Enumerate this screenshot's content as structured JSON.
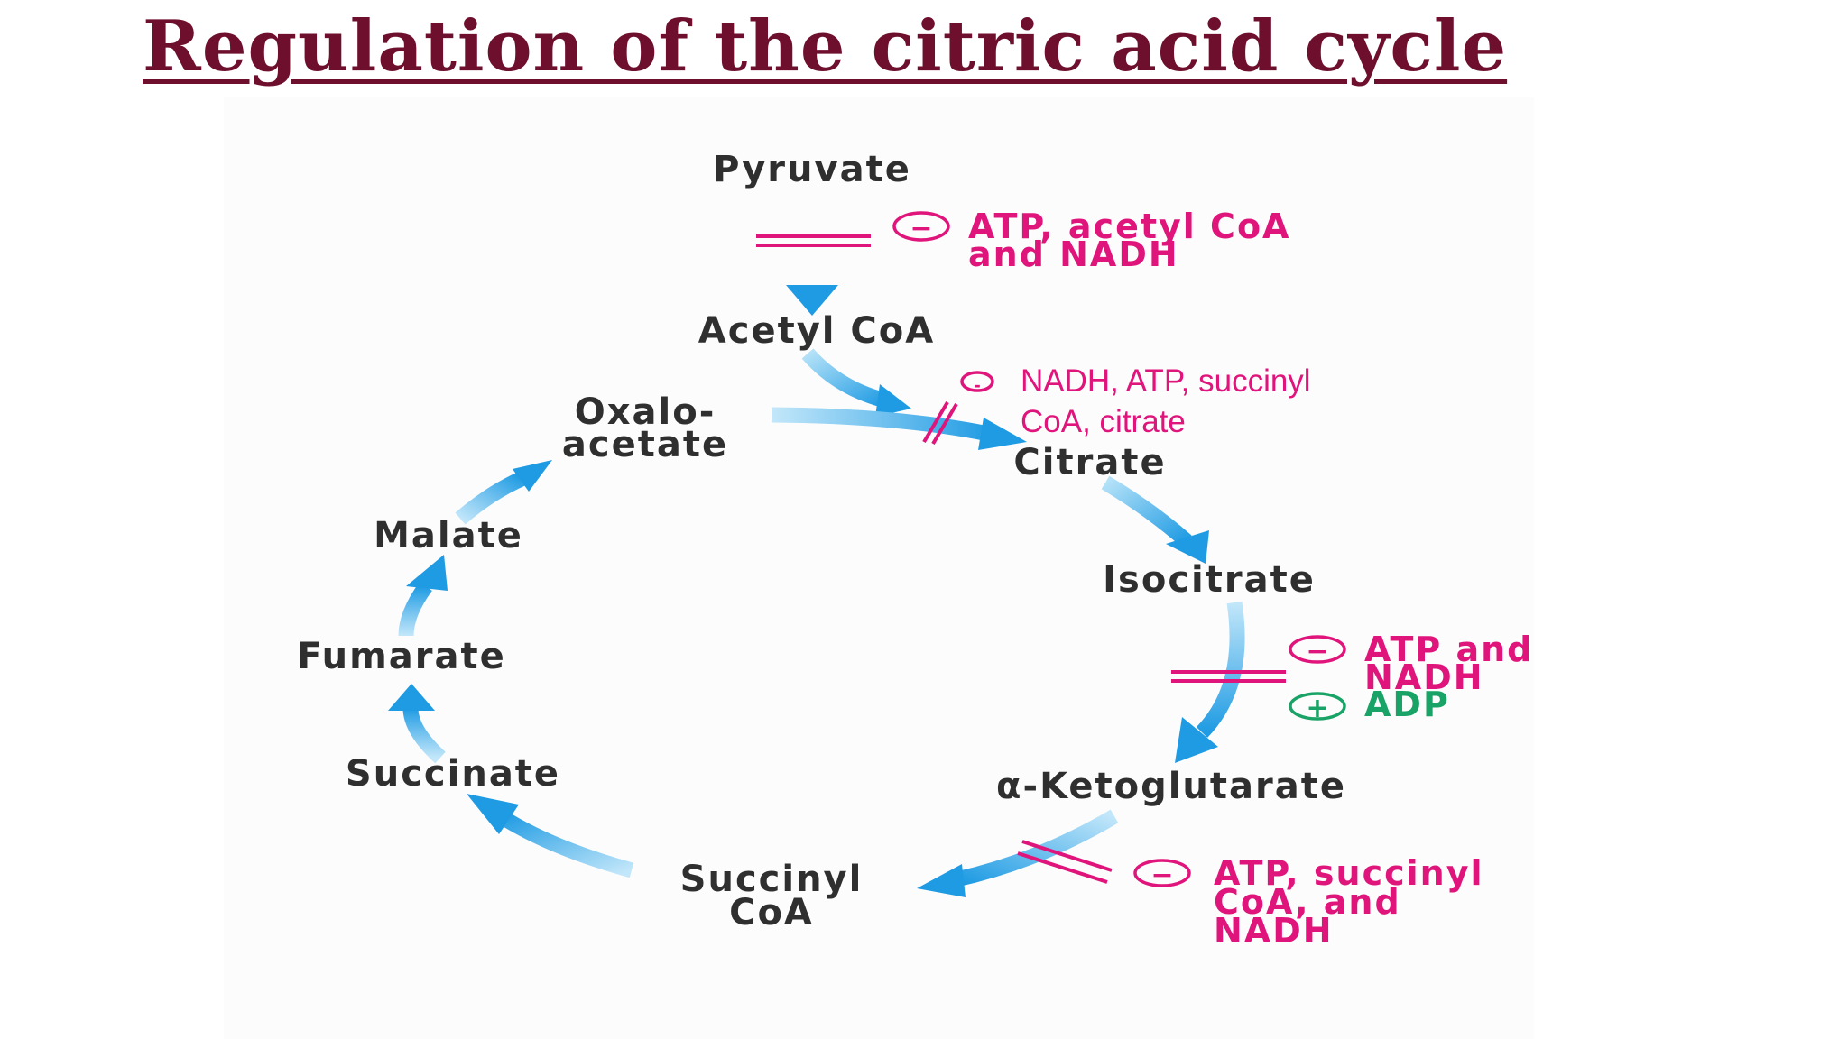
{
  "title": "Regulation of the citric acid cycle",
  "colors": {
    "title": "#6e0f2e",
    "arrow": "#29a3e6",
    "inhibitor": "#e0157b",
    "activator": "#1aa366",
    "metabolite": "#2f2f2f"
  },
  "metabolites": {
    "pyruvate": "Pyruvate",
    "acetyl_coa": "Acetyl CoA",
    "oxaloacetate_line1": "Oxalo-",
    "oxaloacetate_line2": "acetate",
    "citrate": "Citrate",
    "isocitrate": "Isocitrate",
    "alpha_ketoglutarate": "α-Ketoglutarate",
    "succinyl_coa_line1": "Succinyl",
    "succinyl_coa_line2": "CoA",
    "succinate": "Succinate",
    "fumarate": "Fumarate",
    "malate": "Malate"
  },
  "regulation": {
    "pyruvate_dehydrogenase": {
      "inhibitor_sign": "−",
      "inhibitors_line1": "ATP, acetyl CoA",
      "inhibitors_line2": "and NADH"
    },
    "citrate_synthase": {
      "inhibitor_sign": "-",
      "inhibitors_line1": "NADH, ATP, succinyl",
      "inhibitors_line2": "CoA, citrate"
    },
    "isocitrate_dehydrogenase": {
      "inhibitor_sign": "−",
      "inhibitors_line1": "ATP and",
      "inhibitors_line2": "NADH",
      "activator_sign": "+",
      "activators": "ADP"
    },
    "alpha_ketoglutarate_dehydrogenase": {
      "inhibitor_sign": "−",
      "inhibitors_line1": "ATP, succinyl",
      "inhibitors_line2": "CoA, and",
      "inhibitors_line3": "NADH"
    }
  }
}
